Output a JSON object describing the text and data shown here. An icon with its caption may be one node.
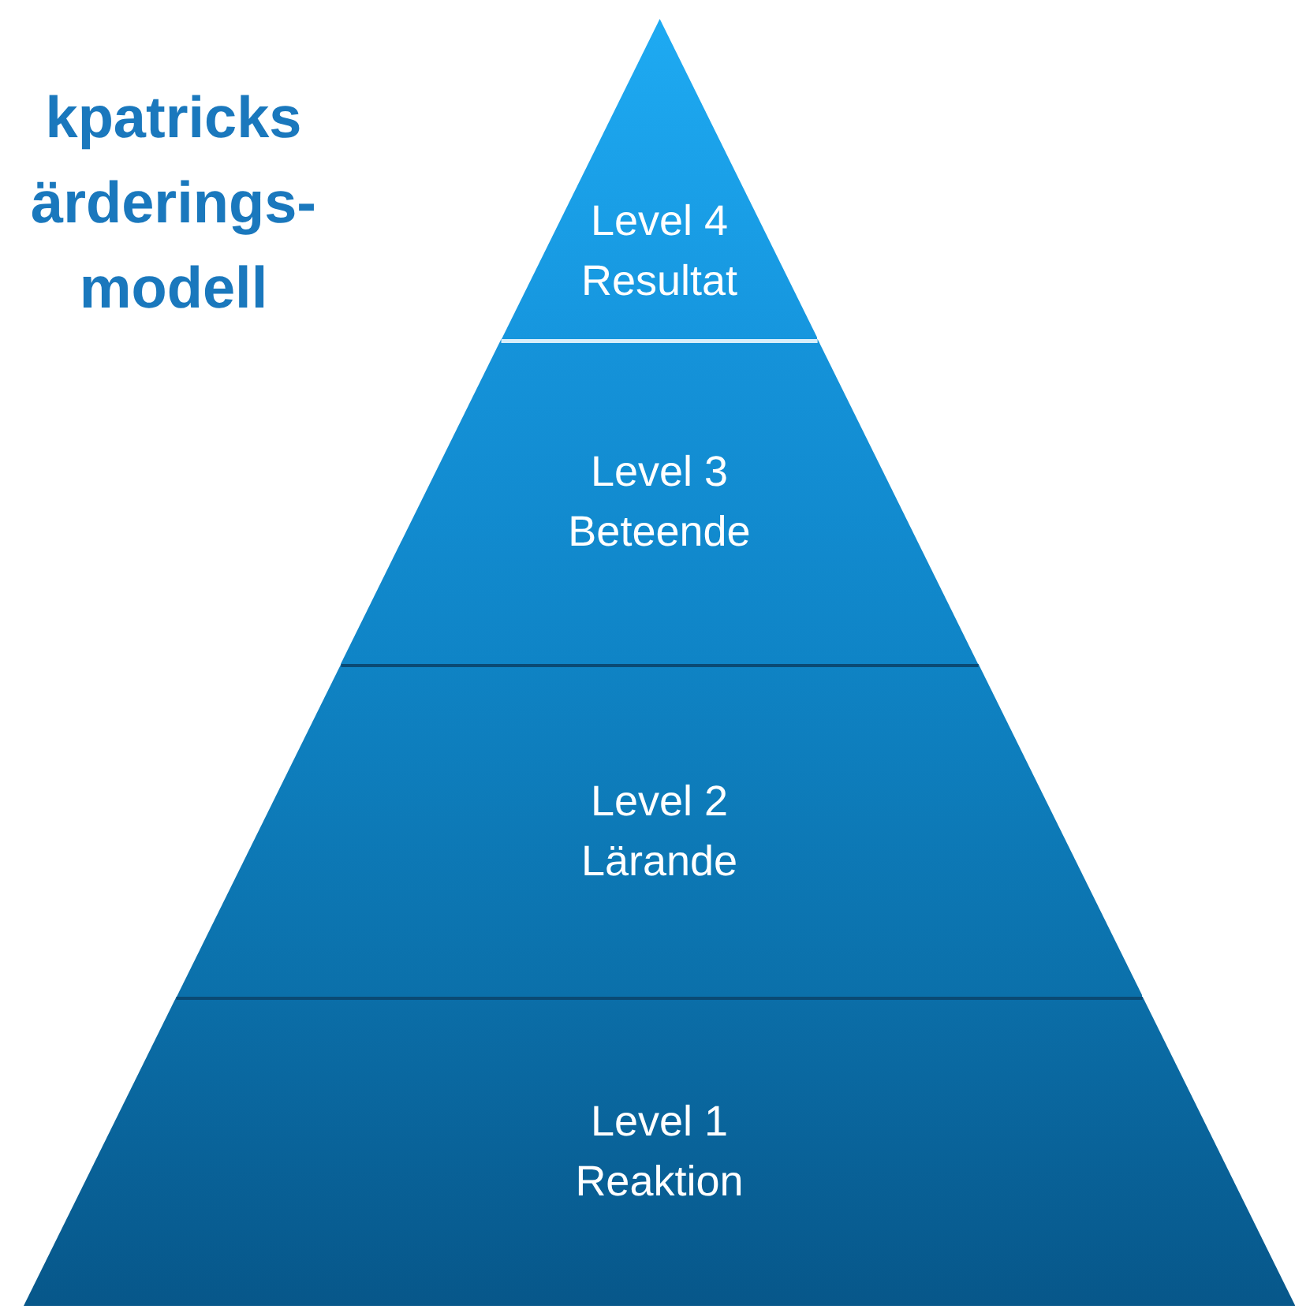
{
  "diagram": {
    "title": "kpatricks ärderings- modell",
    "nodes": [
      {
        "text": [
          "Level 4 Resultat"
        ]
      },
      {
        "text": [
          "Level 3 Beteende"
        ]
      },
      {
        "text": [
          "Level 2 Lärande"
        ]
      },
      {
        "text": [
          "Level 1 Reaktion"
        ]
      }
    ]
  }
}
